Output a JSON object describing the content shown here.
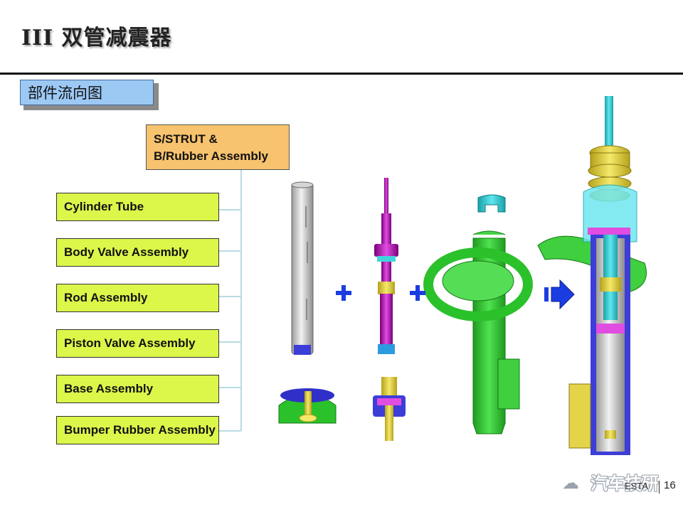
{
  "slide": {
    "title": "III  双管减震器",
    "section_label": "部件流向图",
    "assembly_label_line1": "S/STRUT &",
    "assembly_label_line2": "B/Rubber Assembly",
    "parts": [
      {
        "label": "Cylinder Tube"
      },
      {
        "label": "Body Valve Assembly"
      },
      {
        "label": "Rod Assembly"
      },
      {
        "label": "Piston Valve Assembly"
      },
      {
        "label": "Base  Assembly"
      },
      {
        "label": "Bumper Rubber  Assembly"
      }
    ]
  },
  "footer": {
    "watermark": "汽车技研",
    "brand": "ESTA",
    "page_number": "16"
  },
  "colors": {
    "part_box": "#dcf64a",
    "assembly_box": "#f8c36e",
    "section_box": "#9cc8f4",
    "plus_sign": "#1b3de0",
    "arrow": "#1b3de0",
    "connector_line": "#b9dbe4"
  },
  "icons": {
    "plus_1": "plus-icon",
    "plus_2": "plus-icon",
    "arrow": "right-arrow-icon",
    "footer": "wechat-icon"
  }
}
